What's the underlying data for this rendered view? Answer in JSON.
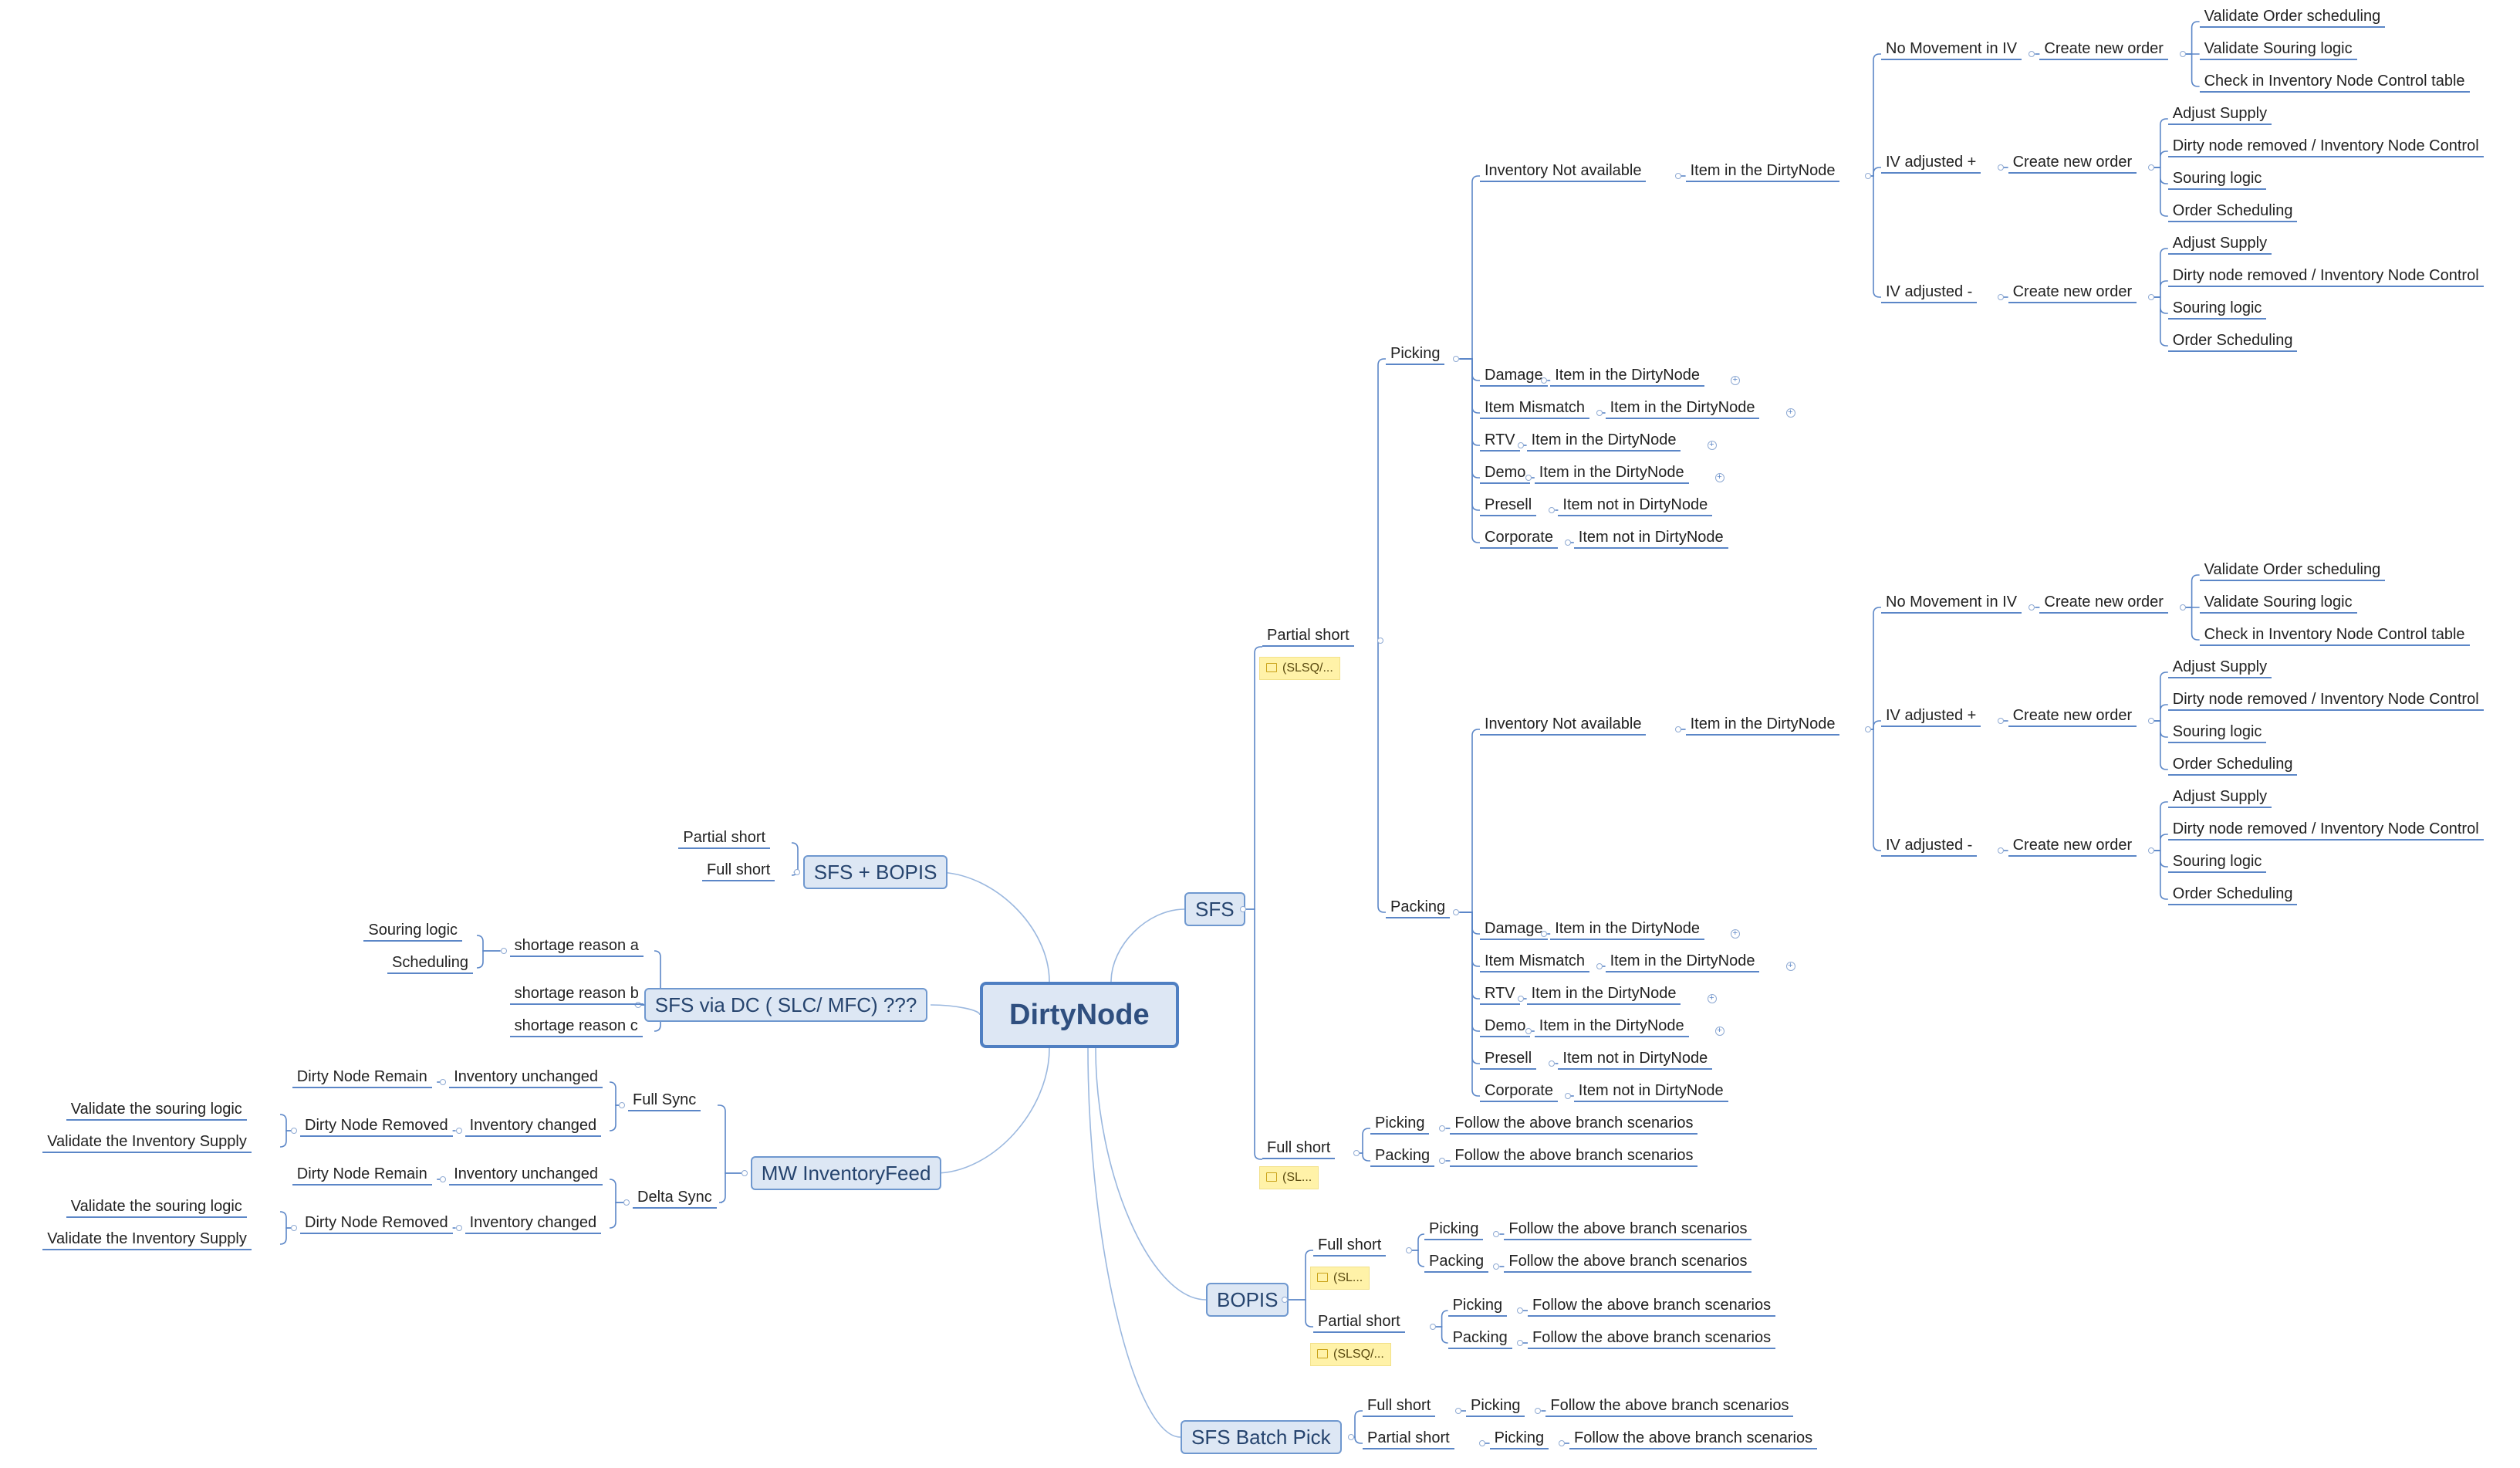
{
  "central": "DirtyNode",
  "colors": {
    "line": "#5b86c7",
    "curve": "#9bb8df",
    "box_fill": "#dde7f4",
    "note_fill": "#fff2a8"
  },
  "main": {
    "sfs": "SFS",
    "bopis": "BOPIS",
    "sfs_batch_pick": "SFS Batch Pick",
    "sfs_bopis": "SFS + BOPIS",
    "sfs_via_dc": "SFS via DC ( SLC/ MFC) ???",
    "mw_inventoryfeed": "MW InventoryFeed"
  },
  "sfs": {
    "partial_short": "Partial short",
    "partial_short_note": "(SLSQ/...",
    "full_short": "Full short",
    "full_short_note": "(SL...",
    "picking": "Picking",
    "packing": "Packing",
    "inventory_not_available": "Inventory Not available",
    "item_in_dirtynode": "Item in the DirtyNode",
    "item_not_in_dirtynode": "Item not in DirtyNode",
    "no_movement": "No Movement in IV",
    "iv_adjusted_plus": "IV adjusted +",
    "iv_adjusted_minus": "IV adjusted -",
    "create_new_order": "Create new order",
    "validate_order_scheduling": "Validate Order scheduling",
    "validate_sourcing_logic": "Validate Souring logic",
    "check_inventory_node_control": "Check in Inventory Node Control table",
    "adjust_supply": "Adjust Supply",
    "dirty_node_removed_control": "Dirty node removed / Inventory Node Control",
    "souring_logic": "Souring logic",
    "order_scheduling": "Order Scheduling",
    "damage": "Damage",
    "item_mismatch": "Item Mismatch",
    "rtv": "RTV",
    "demo": "Demo",
    "presell": "Presell",
    "corporate": "Corporate",
    "follow_above": "Follow the above branch scenarios"
  },
  "left": {
    "partial_short": "Partial short",
    "full_short": "Full short",
    "shortage_a": "shortage reason a",
    "shortage_b": "shortage reason b",
    "shortage_c": "shortage reason c",
    "souring_logic": "Souring logic",
    "scheduling": "Scheduling",
    "full_sync": "Full  Sync",
    "delta_sync": "Delta Sync",
    "inventory_unchanged": "Inventory unchanged",
    "inventory_changed": "Inventory changed",
    "dirty_node_remain": "Dirty Node Remain",
    "dirty_node_removed": "Dirty Node Removed",
    "validate_souring": "Validate the souring logic",
    "validate_inventory_supply": "Validate the Inventory Supply"
  }
}
